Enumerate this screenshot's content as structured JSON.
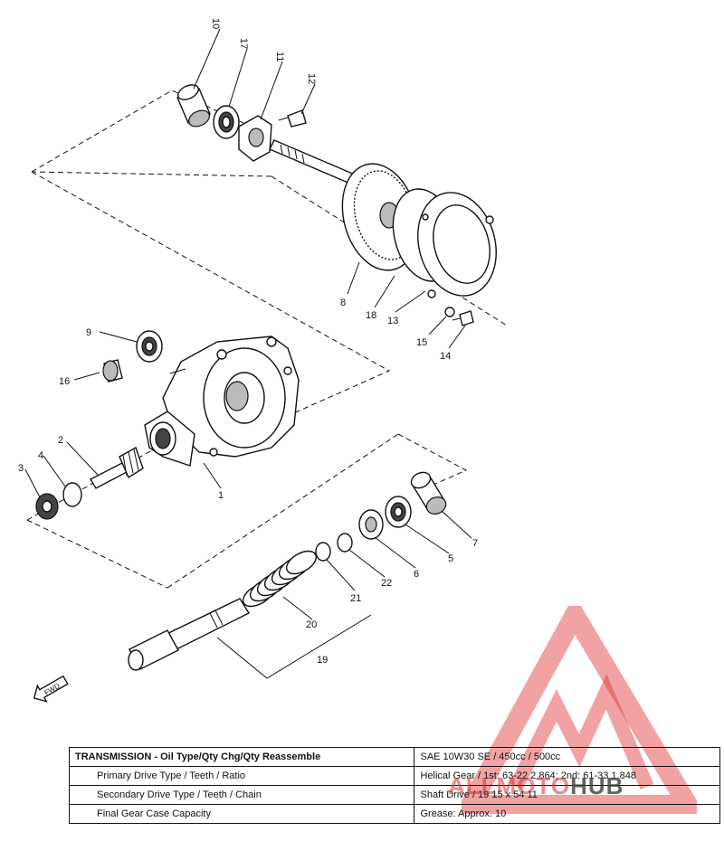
{
  "callouts": [
    "10",
    "17",
    "11",
    "12",
    "8",
    "18",
    "13",
    "15",
    "14",
    "9",
    "16",
    "2",
    "3",
    "4",
    "1",
    "7",
    "5",
    "6",
    "22",
    "21",
    "20",
    "19"
  ],
  "fwd_label": "FWD",
  "table": {
    "rows": [
      {
        "key": "TRANSMISSION - Oil Type/Qty Chg/Qty Reassemble",
        "value": "SAE 10W30 SE / 450cc / 500cc"
      },
      {
        "key": "Primary Drive Type / Teeth / Ratio",
        "value": "Helical Gear / 1st: 63-22 2.864; 2nd: 61-33 1.848"
      },
      {
        "key": "Secondary Drive Type / Teeth / Chain",
        "value": "Shaft Drive / 19 15 x 54 11"
      },
      {
        "key": "Final Gear Case Capacity",
        "value": "Grease: Approx. 10"
      }
    ]
  },
  "watermark": {
    "brand_left": "ALLMOTO",
    "brand_right": "HUB",
    "accent_color": "#e03030"
  }
}
